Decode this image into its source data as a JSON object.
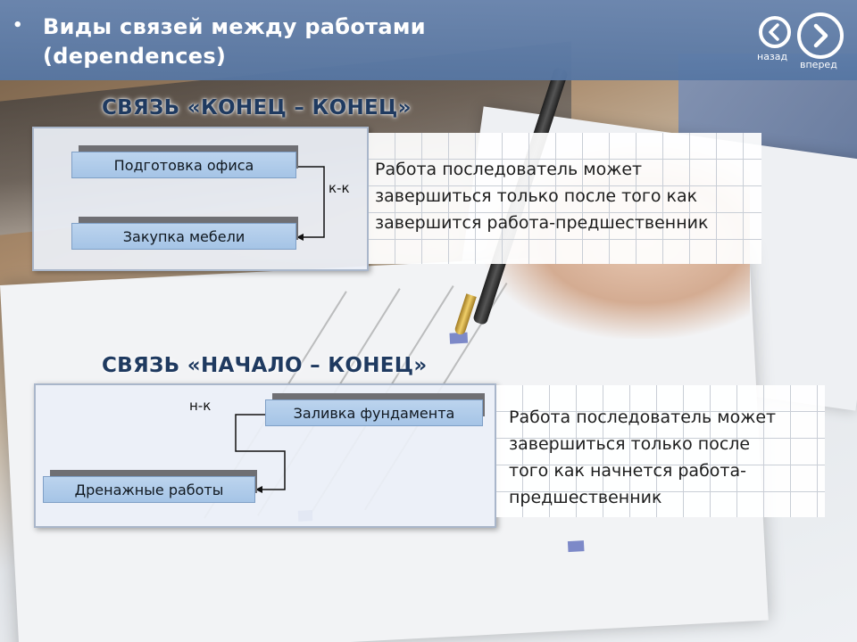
{
  "slide": {
    "bullet": "•",
    "title_line1": "Виды связей между работами",
    "title_line2": "(dependences)"
  },
  "nav": {
    "back_label": "назад",
    "forward_label": "вперед"
  },
  "sections": [
    {
      "heading": "СВЯЗЬ «КОНЕЦ – КОНЕЦ»",
      "task_top": "Подготовка офиса",
      "task_bottom": "Закупка мебели",
      "link_label": "к-к",
      "description_lines": [
        "Работа последователь может",
        "завершиться только после того как",
        "завершится работа-предшественник"
      ]
    },
    {
      "heading": "СВЯЗЬ «НАЧАЛО – КОНЕЦ»",
      "task_top": "Заливка фундамента",
      "task_bottom": "Дренажные работы",
      "link_label": "н-к",
      "description_lines": [
        "Работа последователь может",
        "завершиться только после",
        "того как начнется работа-",
        "предшественник"
      ]
    }
  ],
  "colors": {
    "title_band": "#5676a3",
    "heading": "#1f3a60",
    "task_fill": "#a5c4e6",
    "task_shadow": "#6f6f73"
  }
}
